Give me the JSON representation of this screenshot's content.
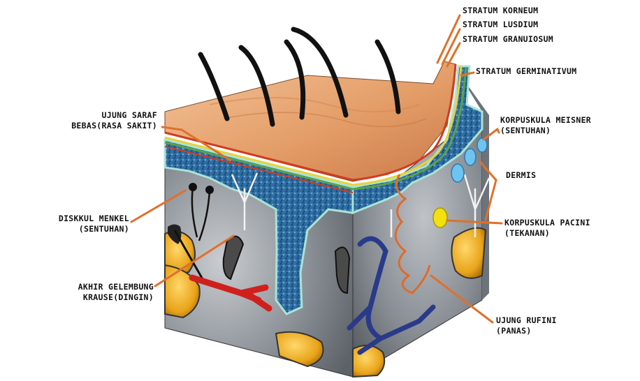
{
  "labels": {
    "stratum_korneum": "STRATUM KORNEUM",
    "stratum_lusdium": "STRATUM LUSDIUM",
    "stratum_granuiosum": "STRATUM GRANUIOSUM",
    "stratum_germinativum": "STRATUM GERMINATIVUM",
    "ujung_saraf_line1": "UJUNG SARAF",
    "ujung_saraf_line2": "BEBAS(RASA SAKIT)",
    "korpuskula_meisner_line1": "KORPUSKULA MEISNER",
    "korpuskula_meisner_line2": "(SENTUHAN)",
    "dermis": "DERMIS",
    "diskkul_menkel_line1": "DISKKUL MENKEL",
    "diskkul_menkel_line2": "(SENTUHAN)",
    "korpuskula_pacini_line1": "KORPUSKULA PACINI",
    "korpuskula_pacini_line2": "(TEKANAN)",
    "akhir_gelembung_line1": "AKHIR GELEMBUNG",
    "akhir_gelembung_line2": "KRAUSE(DINGIN)",
    "ujung_rufini_line1": "UJUNG RUFINI",
    "ujung_rufini_line2": "(PANAS)"
  },
  "colors": {
    "leader_line": "#e0702a",
    "skin_surface": "#e8a272",
    "dermis_gray": "#8e959c",
    "epidermis_blue": "#2f6fa5",
    "fat_yellow": "#f0b020",
    "hair": "#111111",
    "layer_red": "#d23b1e",
    "layer_yellow": "#e8d23a",
    "layer_green": "#5aa24a",
    "vessel_red": "#d0201e",
    "nerve_blue": "#2a3a8a",
    "meisner_blue": "#6ec3ef",
    "pacini_yellow": "#f3e010"
  }
}
